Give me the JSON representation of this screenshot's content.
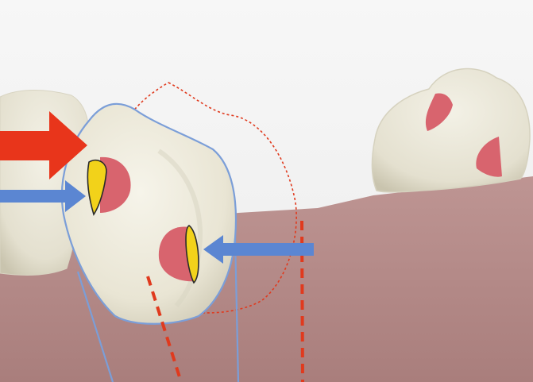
{
  "figure": {
    "background_color": "#f2f2f2",
    "gum_color": "#b58a88",
    "tooth_color": "#ebe7d8",
    "contact_area_color": "#d8646e",
    "contact_highlight_color": "#f2d21a",
    "outline_color": "#7b9ed8",
    "dashed_guide_color": "#e03a1e",
    "arrow_force_color": "#e8351b",
    "arrow_blue_color": "#5b86d2",
    "elements": [
      {
        "id": "left-partial-tooth",
        "kind": "tooth"
      },
      {
        "id": "central-tilted-tooth",
        "kind": "tooth",
        "outlined": true
      },
      {
        "id": "right-tooth",
        "kind": "tooth"
      },
      {
        "id": "previous-position-outline",
        "kind": "dotted-outline"
      },
      {
        "id": "mesial-contact-area",
        "kind": "contact-area",
        "highlighted": true
      },
      {
        "id": "distal-contact-area",
        "kind": "contact-area",
        "highlighted": true
      },
      {
        "id": "force-arrow",
        "kind": "arrow",
        "direction": "right",
        "color": "red"
      },
      {
        "id": "upper-blue-arrow",
        "kind": "arrow",
        "direction": "right",
        "color": "blue"
      },
      {
        "id": "lower-blue-arrow",
        "kind": "arrow",
        "direction": "left",
        "color": "blue"
      }
    ]
  }
}
